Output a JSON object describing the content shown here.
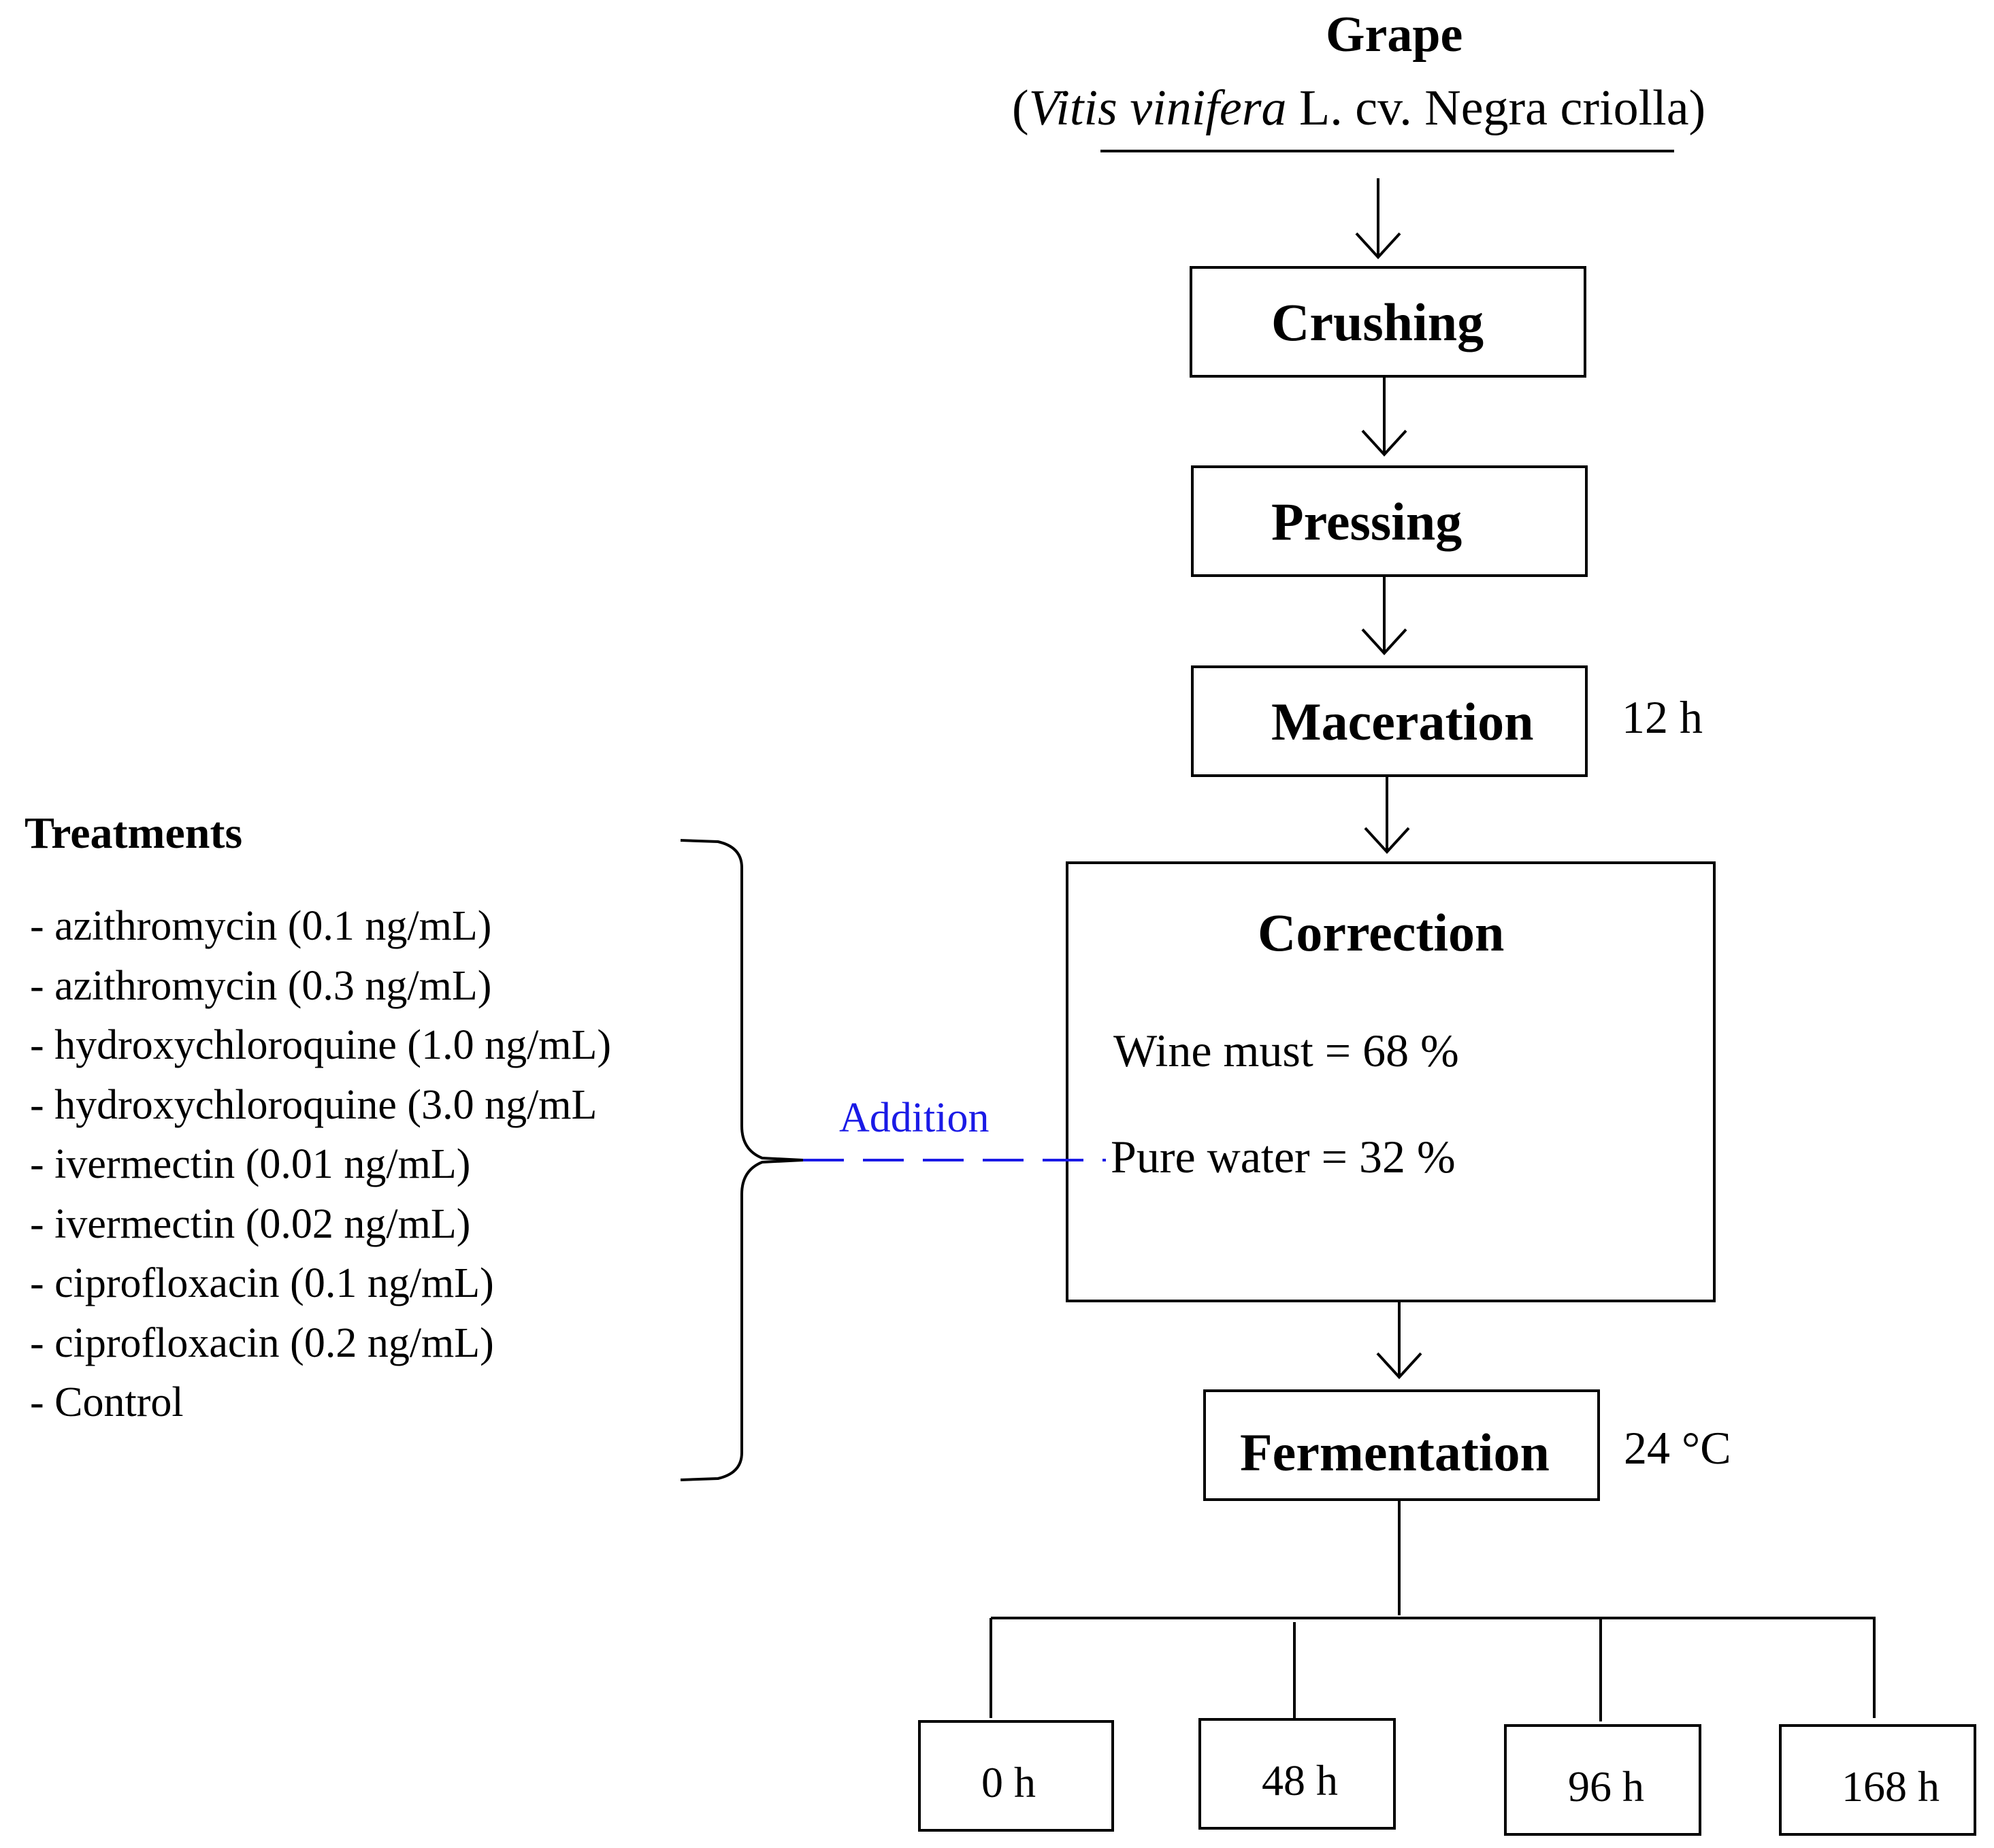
{
  "title": {
    "main": "Grape",
    "sub_open": "(",
    "sub_italic": "Vitis vinifera",
    "sub_rest": " L. cv. Negra criolla)"
  },
  "steps": {
    "crushing": "Crushing",
    "pressing": "Pressing",
    "maceration": "Maceration",
    "correction": "Correction",
    "fermentation": "Fermentation"
  },
  "conditions": {
    "maceration_time": "12 h",
    "fermentation_temp": "24 °C"
  },
  "correction": {
    "wine_must_label": "Wine must",
    "wine_must_value": "= 68 %",
    "pure_water": "Pure water = 32 %"
  },
  "treatments": {
    "title": "Treatments",
    "items": [
      "- azithromycin (0.1 ng/mL)",
      "- azithromycin (0.3 ng/mL)",
      "- hydroxychloroquine (1.0 ng/mL)",
      "- hydroxychloroquine (3.0 ng/mL",
      "- ivermectin (0.01 ng/mL)",
      "- ivermectin (0.02 ng/mL)",
      "- ciprofloxacin (0.1 ng/mL)",
      "- ciprofloxacin (0.2 ng/mL)",
      "- Control"
    ]
  },
  "addition_label": "Addition",
  "sampling_times": [
    "0 h",
    "48 h",
    "96 h",
    "168 h"
  ],
  "colors": {
    "line": "#000000",
    "addition": "#1a1ae6"
  }
}
